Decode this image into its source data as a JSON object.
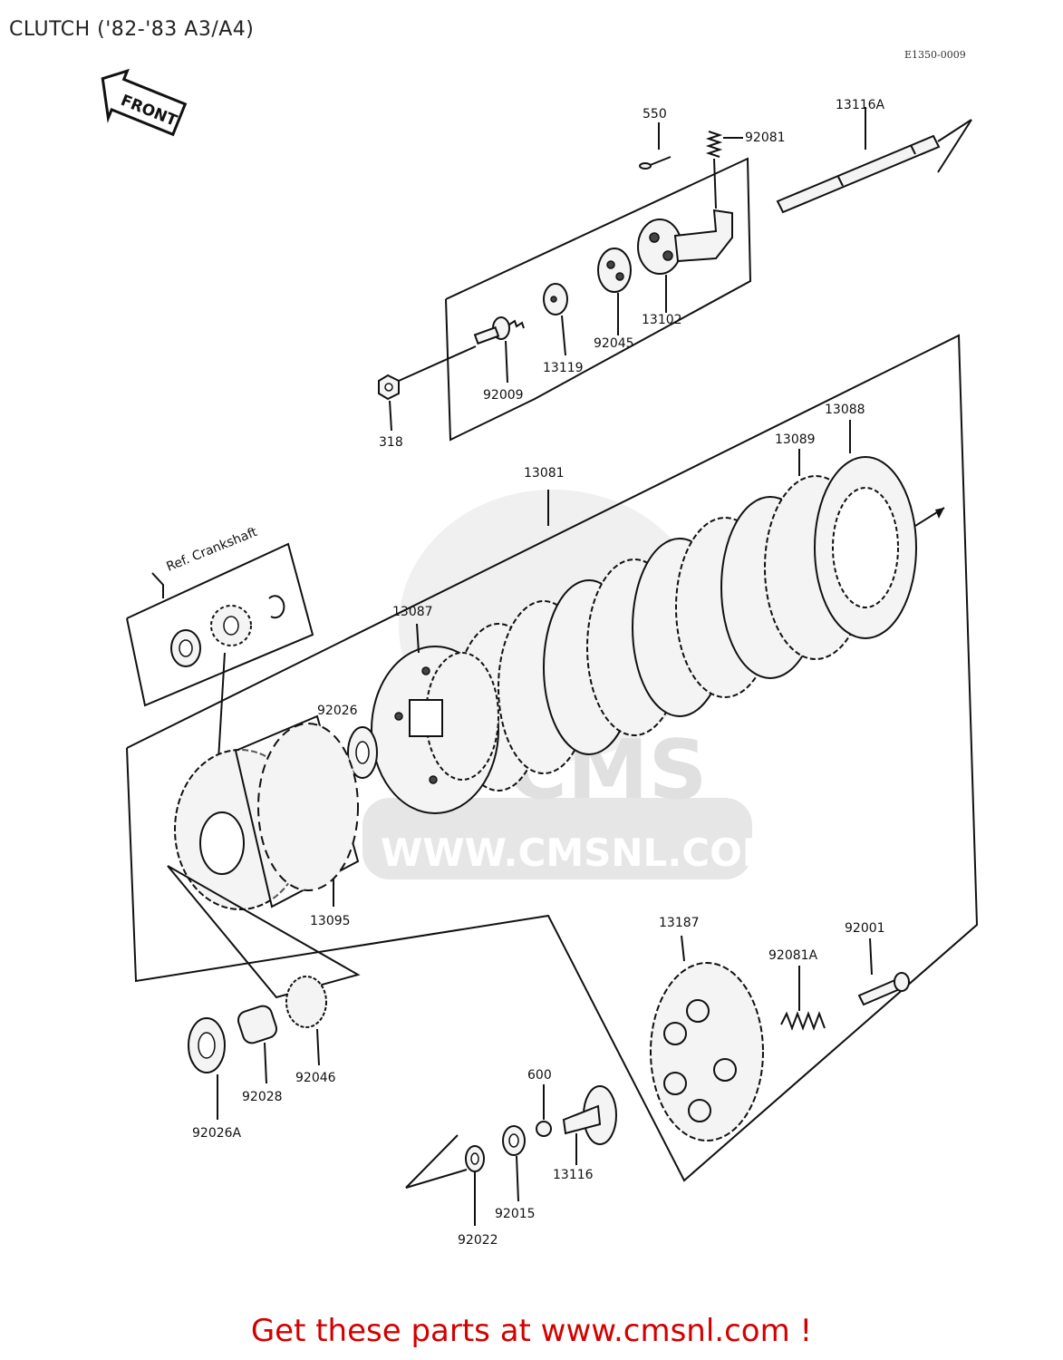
{
  "title": "CLUTCH ('82-'83 A3/A4)",
  "diagram_code": "E1350-0009",
  "front_label": "FRONT",
  "ref_label": "Ref. Crankshaft",
  "watermark": {
    "brand": "CMS",
    "url": "WWW.CMSNL.COM"
  },
  "footer": "Get these parts at www.cmsnl.com !",
  "part_labels": {
    "p550": "550",
    "p92081": "92081",
    "p13116A": "13116A",
    "p13102": "13102",
    "p92045": "92045",
    "p13119": "13119",
    "p92009": "92009",
    "p318": "318",
    "p13088": "13088",
    "p13089": "13089",
    "p13081": "13081",
    "p13087": "13087",
    "p92026": "92026",
    "p13095": "13095",
    "p13187": "13187",
    "p92001": "92001",
    "p92081A": "92081A",
    "p600": "600",
    "p13116": "13116",
    "p92015": "92015",
    "p92022": "92022",
    "p92046": "92046",
    "p92028": "92028",
    "p92026A": "92026A"
  }
}
